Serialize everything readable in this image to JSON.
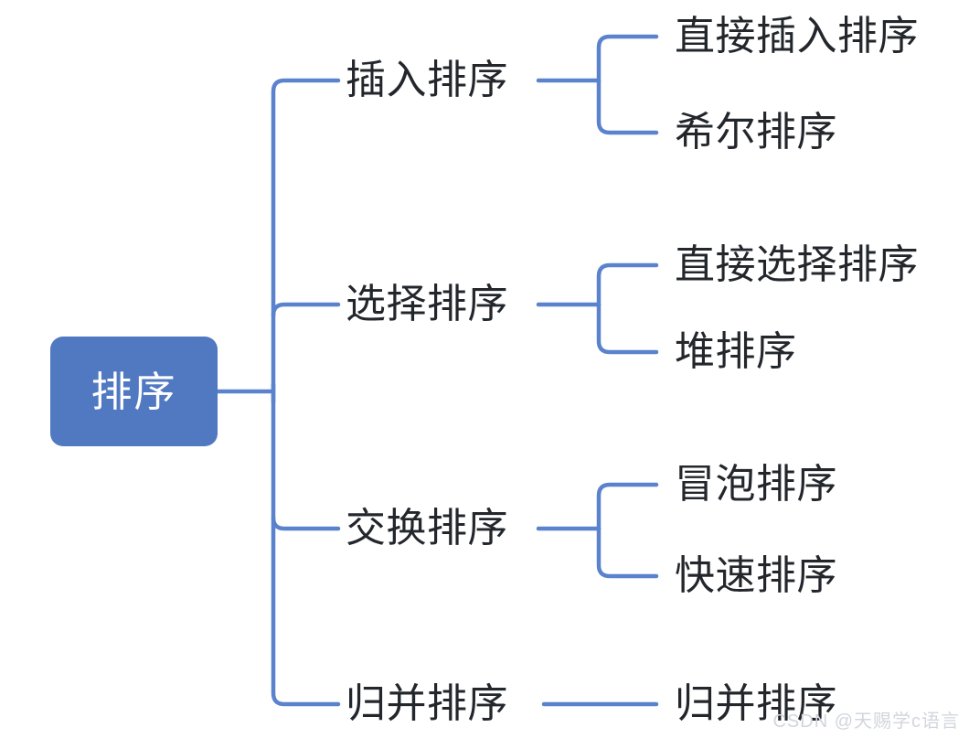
{
  "diagram": {
    "type": "mindmap",
    "title": "排序",
    "orientation": "left-to-right",
    "colors": {
      "root_fill": "#5079c2",
      "root_text": "#ffffff",
      "connector": "#5b82cc",
      "node_text": "#23272c",
      "background": "#ffffff",
      "watermark_text": "#d2d6dc"
    },
    "root": {
      "label": "排序"
    },
    "branches": [
      {
        "label": "插入排序",
        "children": [
          {
            "label": "直接插入排序"
          },
          {
            "label": "希尔排序"
          }
        ]
      },
      {
        "label": "选择排序",
        "children": [
          {
            "label": "直接选择排序"
          },
          {
            "label": "堆排序"
          }
        ]
      },
      {
        "label": "交换排序",
        "children": [
          {
            "label": "冒泡排序"
          },
          {
            "label": "快速排序"
          }
        ]
      },
      {
        "label": "归并排序",
        "children": [
          {
            "label": "归并排序"
          }
        ]
      }
    ]
  },
  "watermark": {
    "text": "CSDN @天赐学c语言"
  }
}
